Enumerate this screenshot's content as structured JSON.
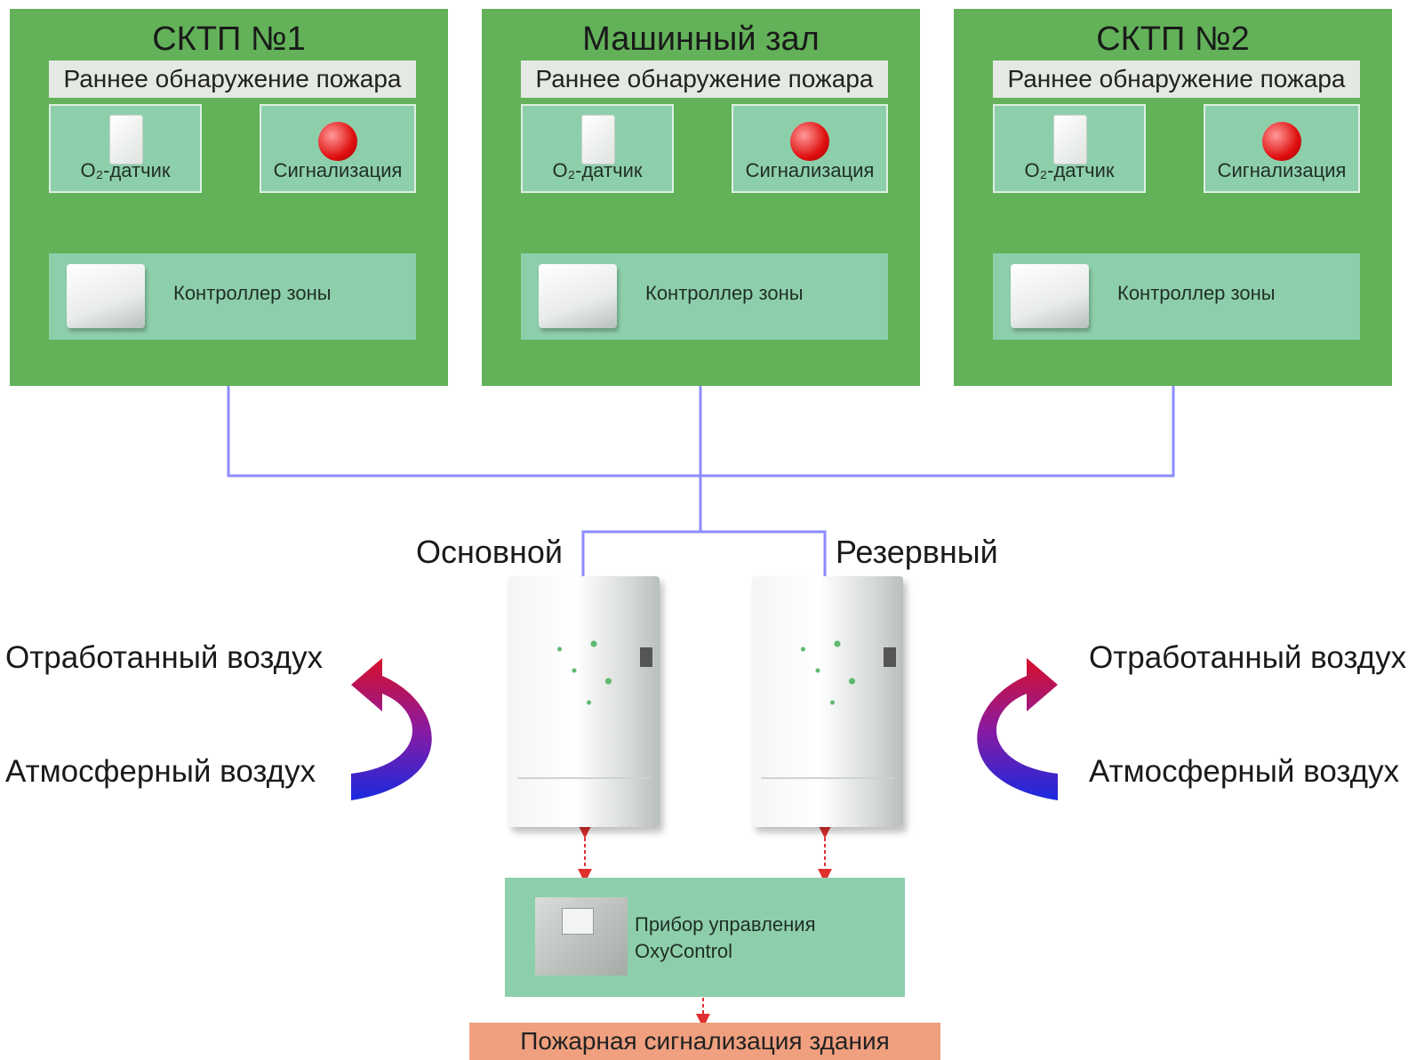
{
  "zones": [
    {
      "title": "СКТП №1",
      "subtitle": "Раннее обнаружение пожара",
      "sensor_label": "O₂-датчик",
      "alarm_label": "Сигнализация",
      "controller_label": "Контроллер зоны"
    },
    {
      "title": "Машинный зал",
      "subtitle": "Раннее обнаружение пожара",
      "sensor_label": "O₂-датчик",
      "alarm_label": "Сигнализация",
      "controller_label": "Контроллер зоны"
    },
    {
      "title": "СКТП №2",
      "subtitle": "Раннее обнаружение пожара",
      "sensor_label": "O₂-датчик",
      "alarm_label": "Сигнализация",
      "controller_label": "Контроллер зоны"
    }
  ],
  "units": {
    "main_label": "Основной",
    "reserve_label": "Резервный"
  },
  "air": {
    "left": {
      "exhaust": "Отработанный воздух",
      "intake": "Атмосферный воздух"
    },
    "right": {
      "exhaust": "Отработанный воздух",
      "intake": "Атмосферный воздух"
    }
  },
  "control_panel": {
    "line1": "Прибор управления",
    "line2": "OxyControl"
  },
  "building_alarm": "Пожарная сигнализация здания",
  "colors": {
    "zone_bg": "#63b259",
    "box_bg": "#8ecfab",
    "network_line": "#8c8cff",
    "signal_arrow": "#e03030",
    "link_arrow": "#1a3ad8",
    "alarm_bar": "#f0a07f"
  },
  "icons": [
    "oxygen-sensor-icon",
    "siren-icon",
    "zone-controller-icon",
    "generator-unit-icon",
    "control-panel-icon",
    "air-flow-arrow-icon"
  ]
}
